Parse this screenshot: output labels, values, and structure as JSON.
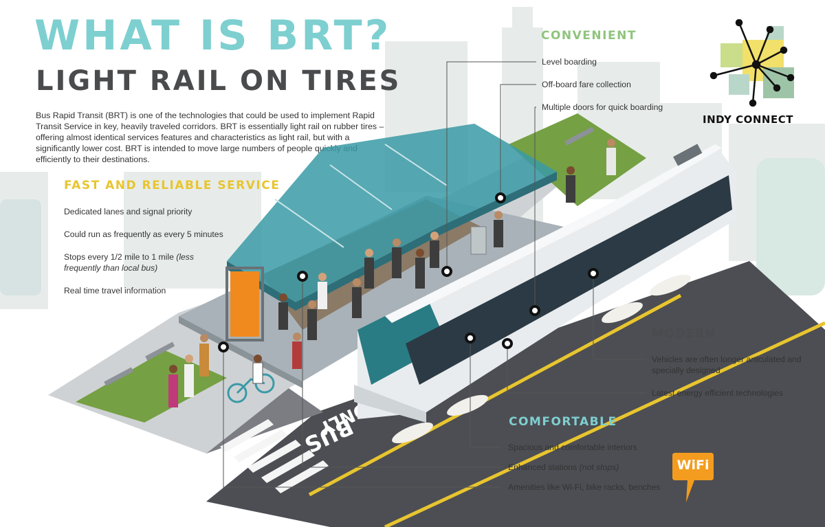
{
  "header": {
    "title": "WHAT IS BRT?",
    "subtitle": "LIGHT RAIL ON TIRES",
    "intro": "Bus Rapid Transit (BRT) is one of the technologies that could be used to implement Rapid Transit Service in key, heavily traveled corridors.  BRT is essentially light rail on rubber tires – offering almost identical services features and characteristics as light rail, but with a significantly lower cost.  BRT is intended to move large numbers of people quickly and efficiently to their destinations."
  },
  "logo": {
    "text": "INDY CONNECT"
  },
  "road": {
    "marking_1": "BUS",
    "marking_2": "ONLY"
  },
  "wifi_badge": {
    "text": "WiFi"
  },
  "sections": {
    "fast": {
      "heading": "FAST AND RELIABLE SERVICE",
      "items": [
        "Dedicated lanes and signal priority",
        "Could run as frequently as every 5 minutes",
        "Stops every 1/2 mile to 1 mile",
        "Real time travel information"
      ],
      "item3_note": "(less frequently than local bus)"
    },
    "convenient": {
      "heading": "CONVENIENT",
      "items": [
        "Level boarding",
        "Off-board fare collection",
        "Multiple doors for quick boarding"
      ]
    },
    "modern": {
      "heading": "MODERN",
      "items": [
        "Vehicles are often longer articulated and specially designed",
        "Latest energy efficient technologies"
      ]
    },
    "comfortable": {
      "heading": "COMFORTABLE",
      "items": [
        "Spacious and comfortable interiors",
        "Enhanced stations",
        "Amenities like Wi-Fi, bike racks, benches"
      ],
      "item2_note": "(not stops)"
    }
  },
  "colors": {
    "title_teal": "#7ecfd0",
    "subtitle_gray": "#4a4b4d",
    "fast_yellow": "#e8c52f",
    "convenient_green": "#8fc47d",
    "wifi_orange": "#f39c1f"
  }
}
